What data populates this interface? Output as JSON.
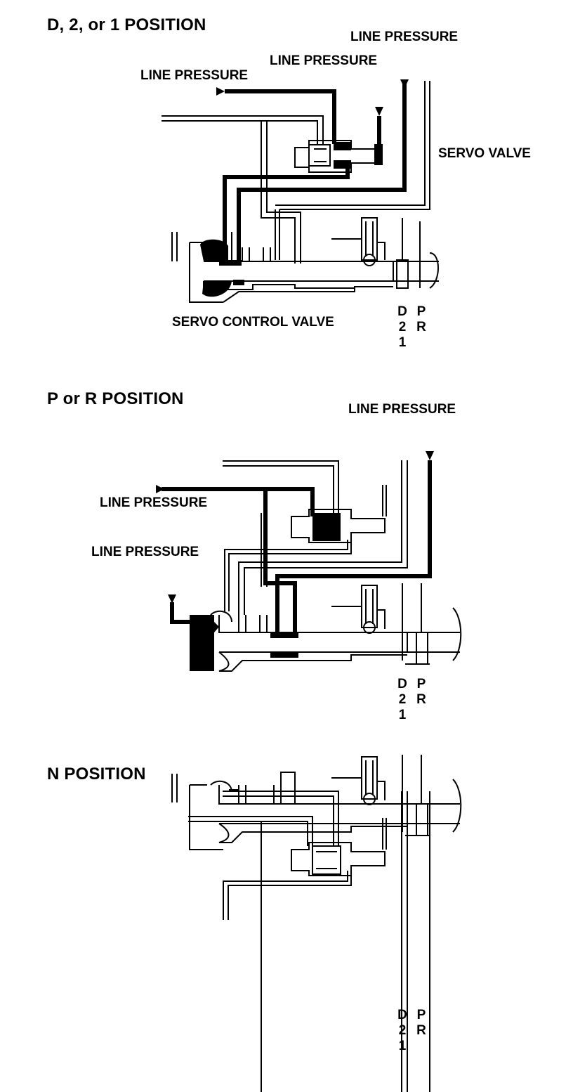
{
  "diagrams": [
    {
      "title": "D, 2, or 1 POSITION",
      "labels": {
        "line_pressure_left": "LINE PRESSURE",
        "line_pressure_mid": "LINE PRESSURE",
        "line_pressure_right": "LINE PRESSURE",
        "servo_valve": "SERVO VALVE",
        "servo_control_valve": "SERVO CONTROL VALVE"
      },
      "selector": {
        "col1": [
          "D",
          "2",
          "1"
        ],
        "col2": [
          "P",
          "R"
        ]
      }
    },
    {
      "title": "P or R POSITION",
      "labels": {
        "line_pressure_top": "LINE PRESSURE",
        "line_pressure_left": "LINE PRESSURE",
        "line_pressure_lower": "LINE PRESSURE"
      },
      "selector": {
        "col1": [
          "D",
          "2",
          "1"
        ],
        "col2": [
          "P",
          "R"
        ]
      }
    },
    {
      "title": "N POSITION",
      "selector": {
        "col1": [
          "D",
          "2",
          "1"
        ],
        "col2": [
          "P",
          "R"
        ]
      }
    }
  ]
}
